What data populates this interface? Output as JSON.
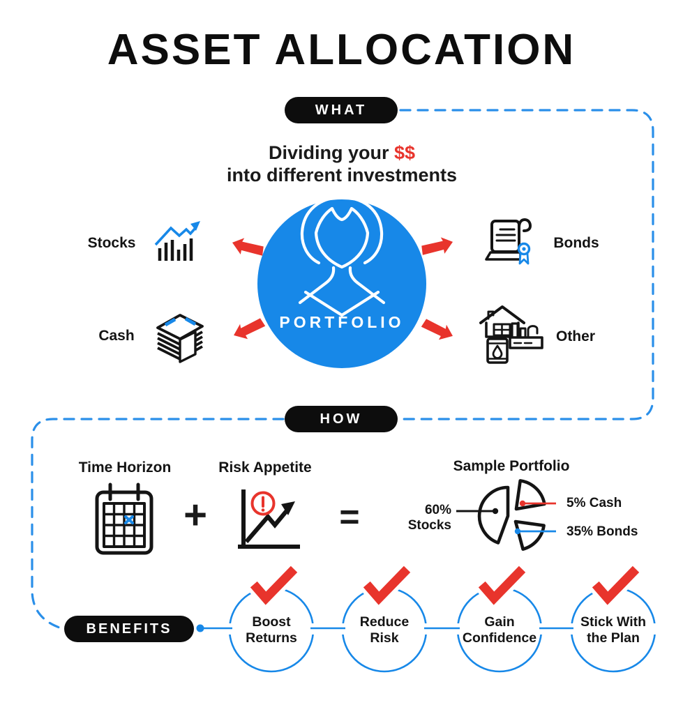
{
  "title": "ASSET ALLOCATION",
  "colors": {
    "blue": "#1788E8",
    "red": "#E8342C",
    "ink": "#141414"
  },
  "sections": {
    "what": "WHAT",
    "how": "HOW",
    "benefits": "BENEFITS"
  },
  "what": {
    "description_line1": "Dividing your ",
    "description_money": "$$",
    "description_line2": "into different investments",
    "portfolio_label": "PORTFOLIO",
    "portfolio_icon": "woman-avatar-icon",
    "assets": [
      {
        "label": "Stocks",
        "icon": "stock-chart-icon"
      },
      {
        "label": "Bonds",
        "icon": "bond-certificate-icon"
      },
      {
        "label": "Cash",
        "icon": "cash-stack-icon"
      },
      {
        "label": "Other",
        "icon": "house-oil-factory-icon"
      }
    ]
  },
  "how": {
    "factor1": {
      "label": "Time Horizon",
      "icon": "calendar-icon"
    },
    "operator_plus": "+",
    "factor2": {
      "label": "Risk Appetite",
      "icon": "risk-chart-icon"
    },
    "operator_equals": "=",
    "result": {
      "title": "Sample Portfolio",
      "chart": {
        "type": "pie",
        "slices": [
          {
            "label": "60% Stocks",
            "value": 60,
            "leader_color": "#141414"
          },
          {
            "label": "5% Cash",
            "value": 5,
            "leader_color": "#E8342C"
          },
          {
            "label": "35% Bonds",
            "value": 35,
            "leader_color": "#1788E8"
          }
        ]
      }
    }
  },
  "benefits": {
    "icon": "red-checkmark-icon",
    "items": [
      {
        "label": "Boost Returns"
      },
      {
        "label": "Reduce Risk"
      },
      {
        "label": "Gain Confidence"
      },
      {
        "label": "Stick With the Plan"
      }
    ]
  }
}
